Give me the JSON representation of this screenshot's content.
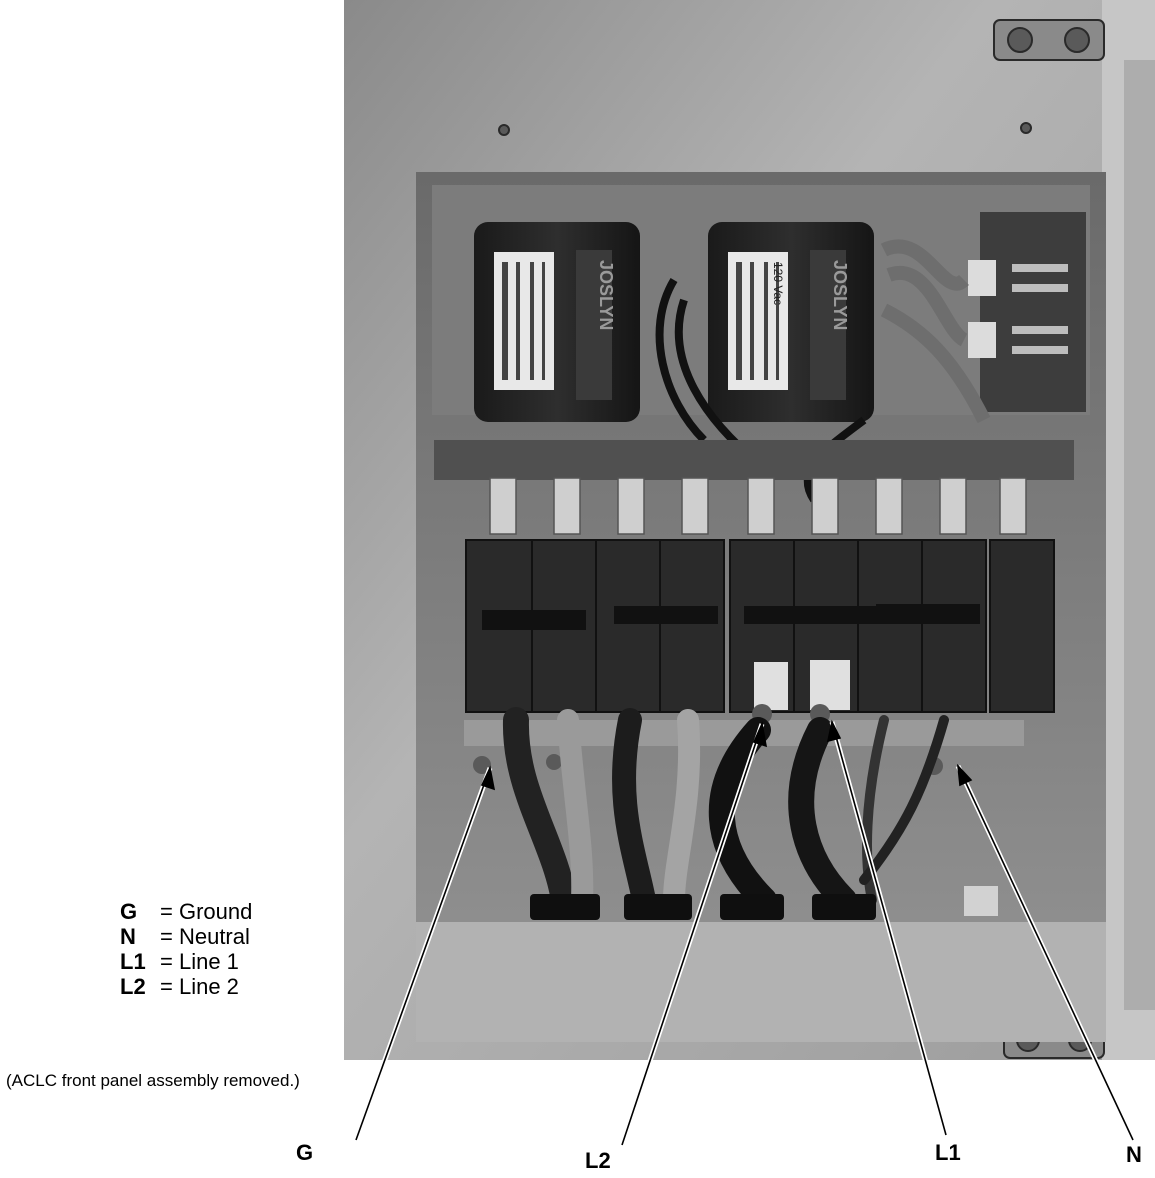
{
  "legend": [
    {
      "key": "G",
      "value": "= Ground"
    },
    {
      "key": "N",
      "value": "= Neutral"
    },
    {
      "key": "L1",
      "value": "= Line 1"
    },
    {
      "key": "L2",
      "value": "= Line 2"
    }
  ],
  "note": "(ACLC front panel assembly removed.)",
  "callouts": {
    "g": "G",
    "l2": "L2",
    "l1": "L1",
    "n": "N"
  },
  "breaker_count": 9,
  "transformer_brand": "JOSLYN",
  "transformer_label": "120 Vac"
}
